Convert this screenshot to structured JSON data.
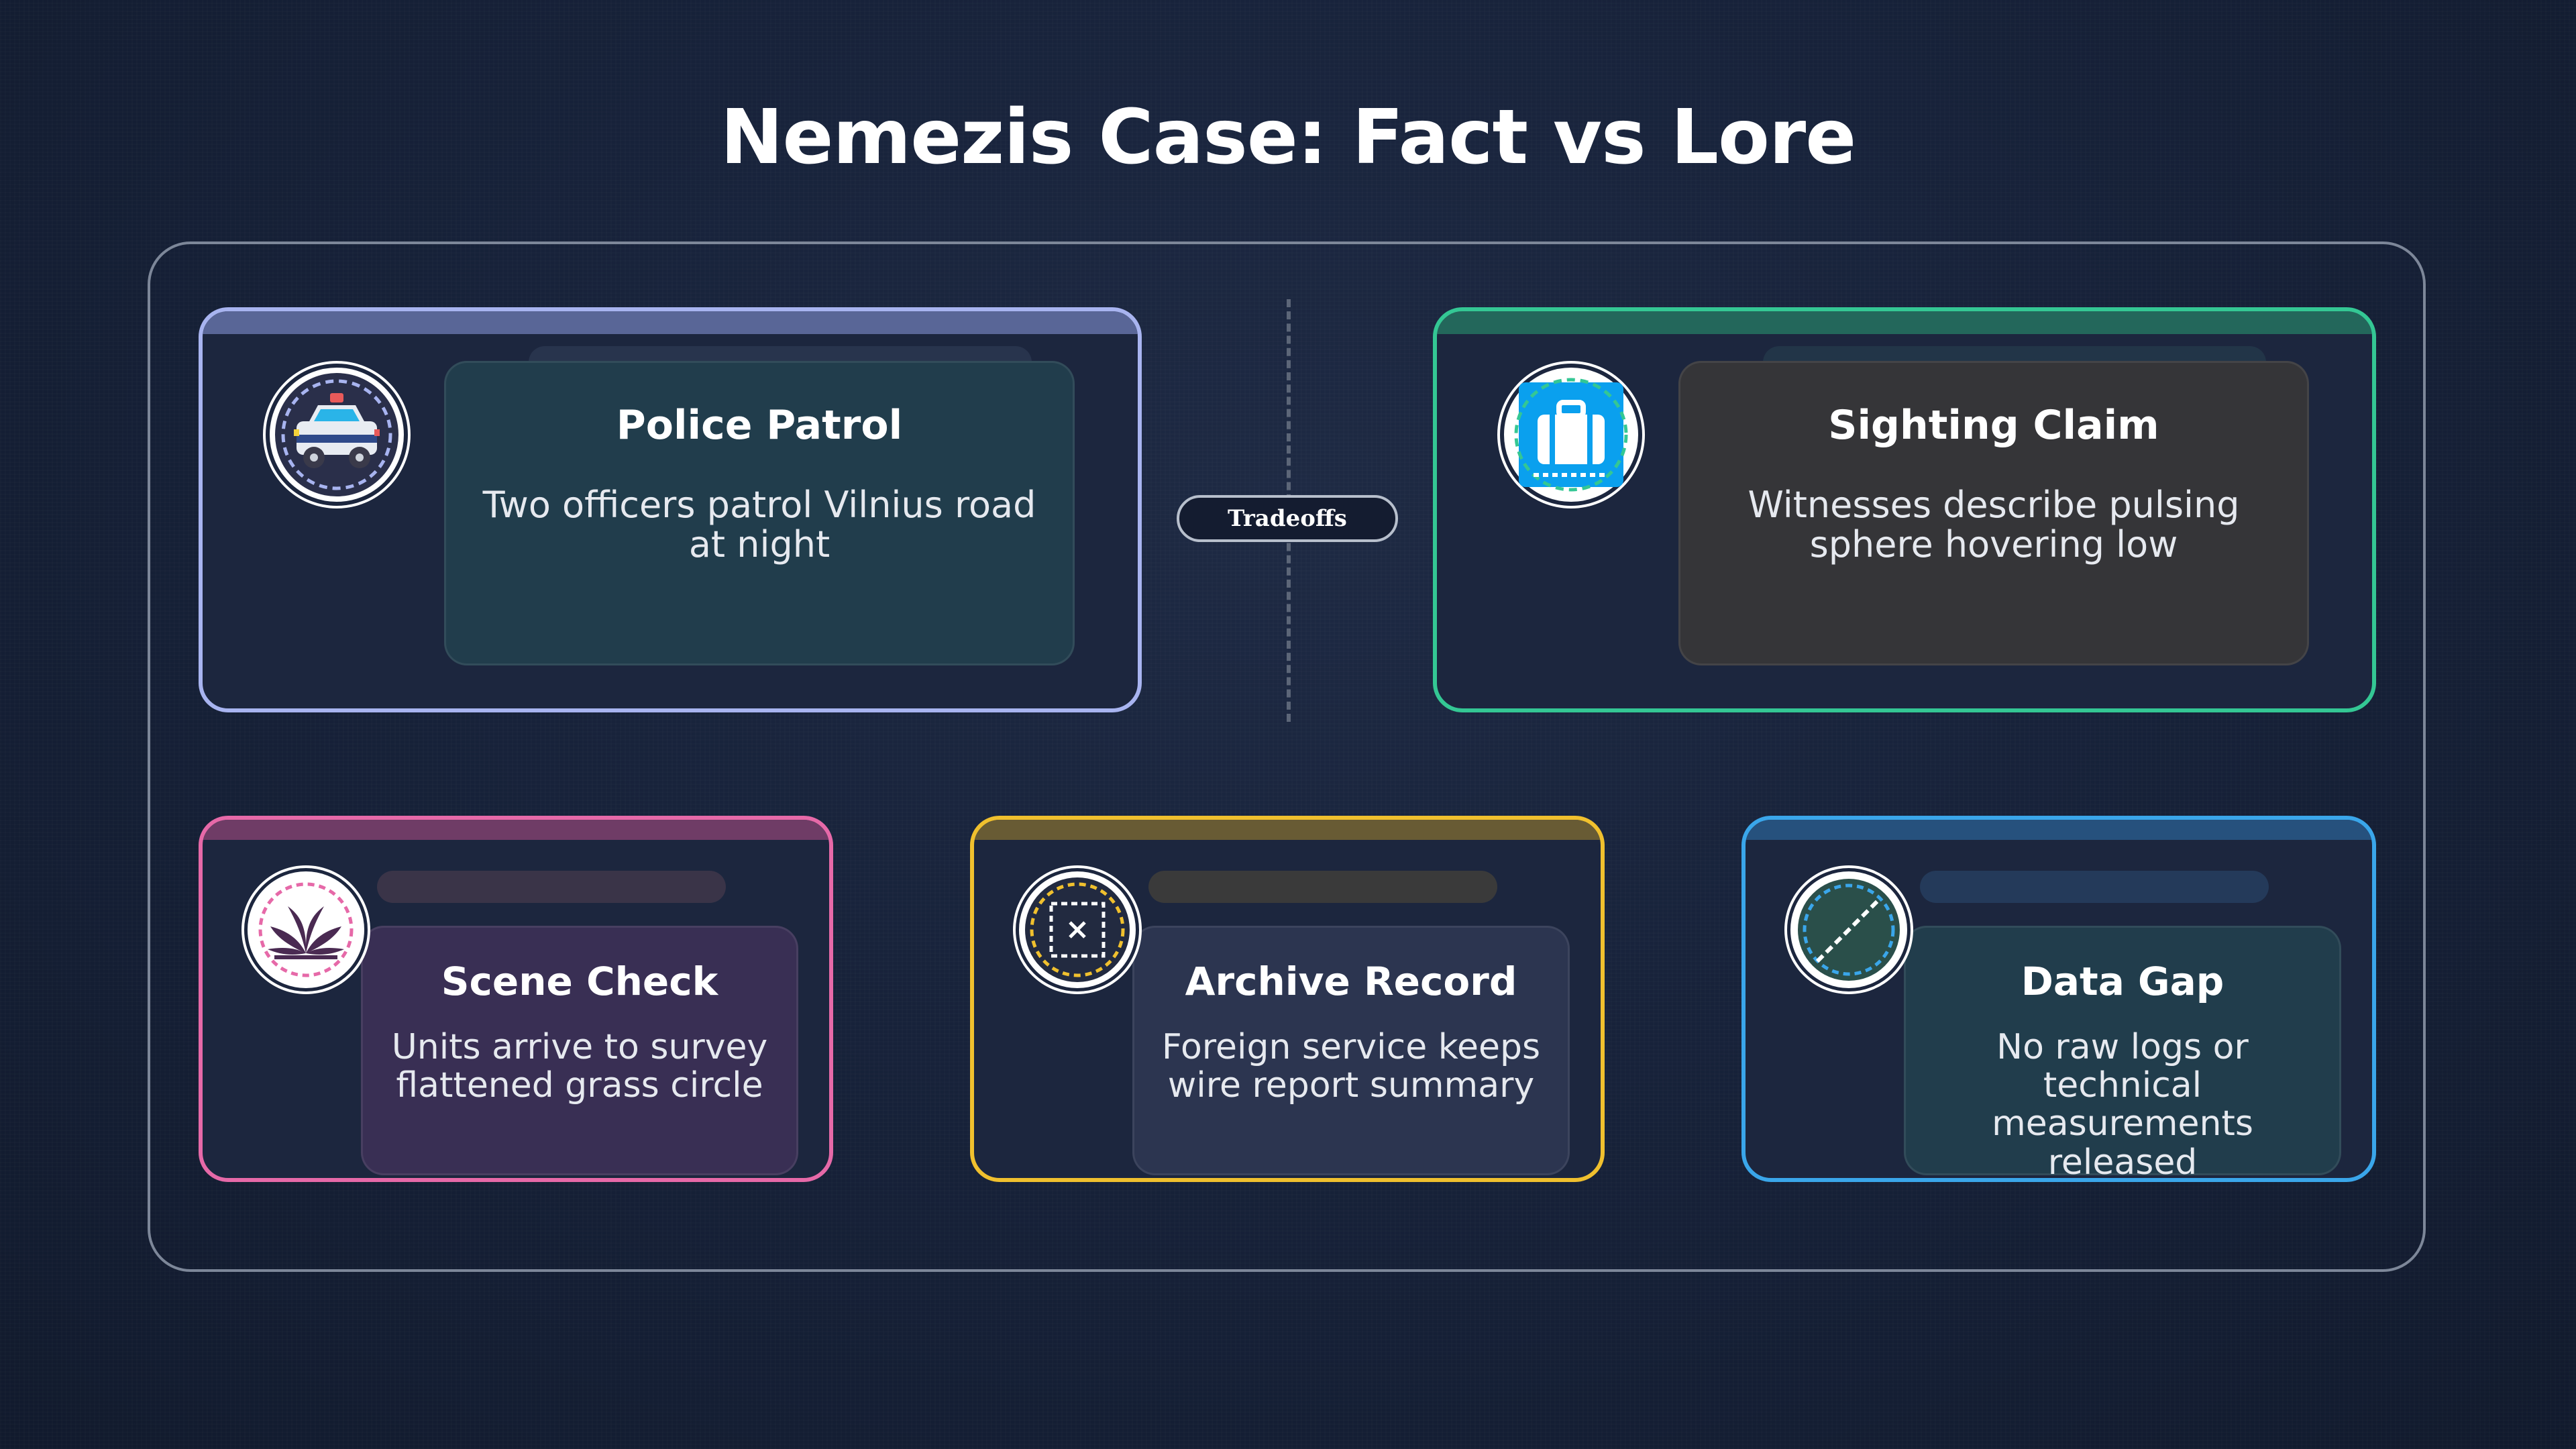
{
  "title": "Nemezis Case: Fact vs Lore",
  "center_pill": "Tradeoffs",
  "colors": {
    "background": "#17223a",
    "frame": "#7d8799",
    "police": "#a8b4f0",
    "sighting": "#34c794",
    "scene": "#e669a8",
    "archive": "#f0c02e",
    "gap": "#3aa6ea"
  },
  "cards": {
    "police": {
      "heading": "Police Patrol",
      "body": "Two officers patrol Vilnius road at night",
      "icon": "police-car-icon"
    },
    "sighting": {
      "heading": "Sighting Claim",
      "body": "Witnesses describe pulsing sphere hovering low",
      "icon": "luggage-icon"
    },
    "scene": {
      "heading": "Scene Check",
      "body": "Units arrive to survey flattened grass circle",
      "icon": "grass-icon"
    },
    "archive": {
      "heading": "Archive Record",
      "body": "Foreign service keeps wire report summary",
      "icon": "crossed-box-icon"
    },
    "gap": {
      "heading": "Data Gap",
      "body": "No raw logs or technical measurements released",
      "icon": "no-data-icon"
    }
  }
}
